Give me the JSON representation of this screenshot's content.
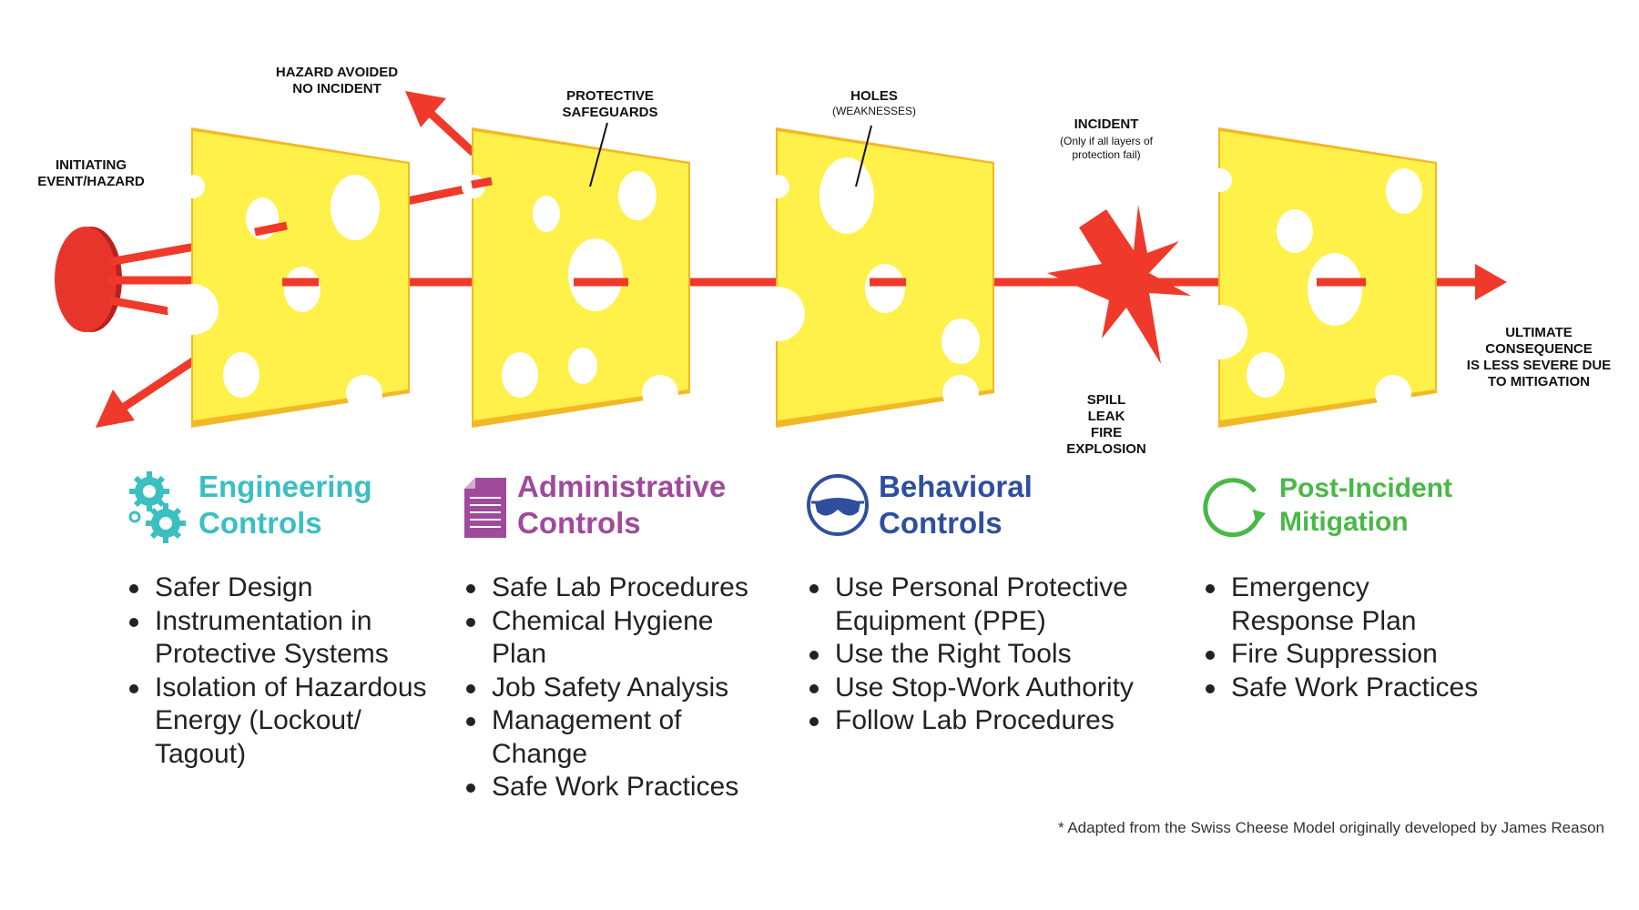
{
  "labels": {
    "initiating": [
      "INITIATING",
      "EVENT/HAZARD"
    ],
    "hazard_avoided": [
      "HAZARD AVOIDED",
      "NO INCIDENT"
    ],
    "protective": [
      "PROTECTIVE",
      "SAFEGUARDS"
    ],
    "holes": "HOLES",
    "holes_sub": "(WEAKNESSES)",
    "incident": "INCIDENT",
    "incident_sub": [
      "(Only if all layers of",
      "protection fail)"
    ],
    "events": [
      "SPILL",
      "LEAK",
      "FIRE",
      "EXPLOSION"
    ],
    "ultimate": [
      "ULTIMATE",
      "CONSEQUENCE",
      "IS LESS SEVERE DUE",
      "TO MITIGATION"
    ]
  },
  "columns": [
    {
      "icon": "gears-icon",
      "color": "#3bbfc1",
      "title": [
        "Engineering",
        "Controls"
      ],
      "items": [
        "Safer Design",
        "Instrumentation in Protective Systems",
        "Isolation of Hazardous Energy (Lockout/ Tagout)"
      ]
    },
    {
      "icon": "document-icon",
      "color": "#a04a9c",
      "title": [
        "Administrative",
        "Controls"
      ],
      "items": [
        "Safe Lab Procedures",
        "Chemical Hygiene Plan",
        "Job Safety Analysis",
        "Management of Change",
        "Safe Work Practices"
      ]
    },
    {
      "icon": "safety-goggles-icon",
      "color": "#2f4f9e",
      "title": [
        "Behavioral",
        "Controls"
      ],
      "items": [
        "Use Personal Protective Equipment (PPE)",
        "Use the Right Tools",
        "Use Stop-Work Authority",
        "Follow Lab Procedures"
      ]
    },
    {
      "icon": "circular-arrow-icon",
      "color": "#49b847",
      "title": [
        "Post-Incident",
        "Mitigation"
      ],
      "items": [
        "Emergency Response Plan",
        "Fire Suppression",
        "Safe Work Practices"
      ]
    }
  ],
  "footnote": "* Adapted from the Swiss Cheese Model originally developed by James Reason",
  "colors": {
    "cheese": "#fff04a",
    "cheese_edge": "#f2b826",
    "arrow": "#ef3a2b",
    "hazard": "#e8352b"
  }
}
